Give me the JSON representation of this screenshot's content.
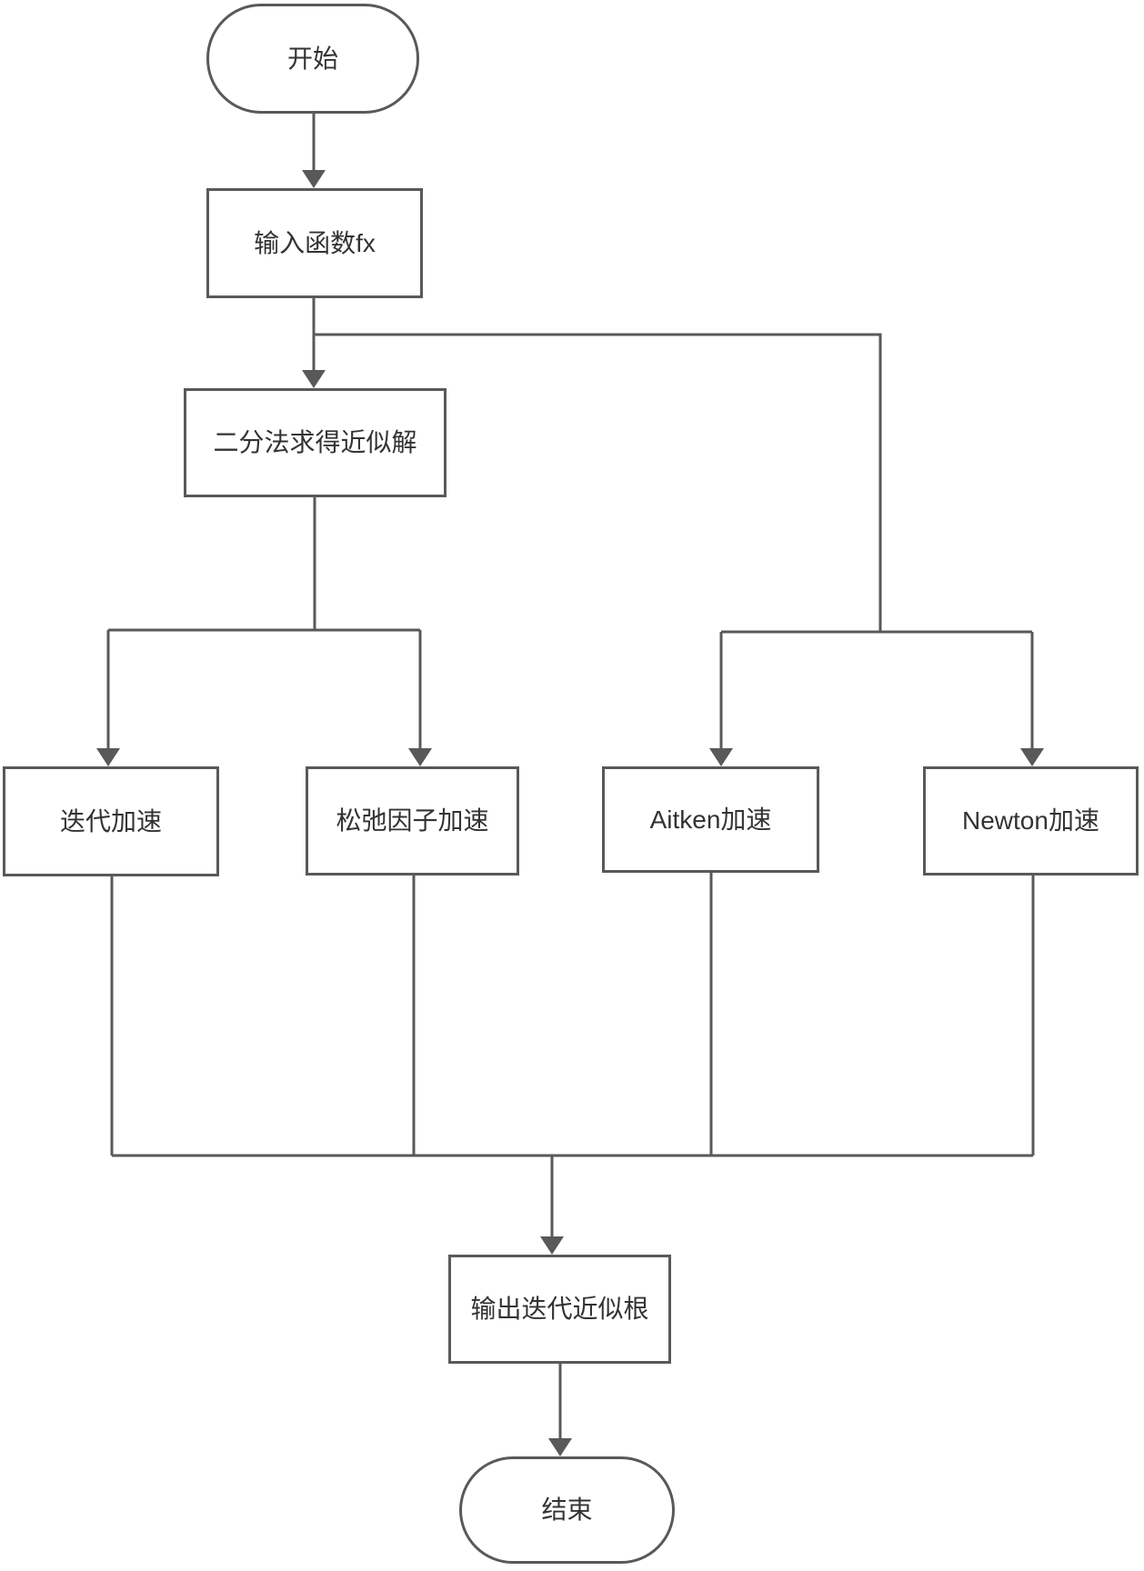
{
  "diagram": {
    "type": "flowchart",
    "background_color": "#ffffff",
    "stroke_color": "#595959",
    "text_color": "#333333",
    "nodes": {
      "start": {
        "label": "开始",
        "shape": "stadium"
      },
      "input_fx": {
        "label": "输入函数fx",
        "shape": "process"
      },
      "bisection": {
        "label": "二分法求得近似解",
        "shape": "process"
      },
      "iteration": {
        "label": "迭代加速",
        "shape": "process"
      },
      "relaxation": {
        "label": "松弛因子加速",
        "shape": "process"
      },
      "aitken": {
        "label": "Aitken加速",
        "shape": "process"
      },
      "newton": {
        "label": "Newton加速",
        "shape": "process"
      },
      "output": {
        "label": "输出迭代近似根",
        "shape": "process"
      },
      "end": {
        "label": "结束",
        "shape": "stadium"
      }
    },
    "edges": [
      {
        "from": "start",
        "to": "input_fx"
      },
      {
        "from": "input_fx",
        "to": "bisection"
      },
      {
        "from": "input_fx",
        "to": "aitken"
      },
      {
        "from": "input_fx",
        "to": "newton"
      },
      {
        "from": "bisection",
        "to": "iteration"
      },
      {
        "from": "bisection",
        "to": "relaxation"
      },
      {
        "from": "iteration",
        "to": "output"
      },
      {
        "from": "relaxation",
        "to": "output"
      },
      {
        "from": "aitken",
        "to": "output"
      },
      {
        "from": "newton",
        "to": "output"
      },
      {
        "from": "output",
        "to": "end"
      }
    ]
  }
}
